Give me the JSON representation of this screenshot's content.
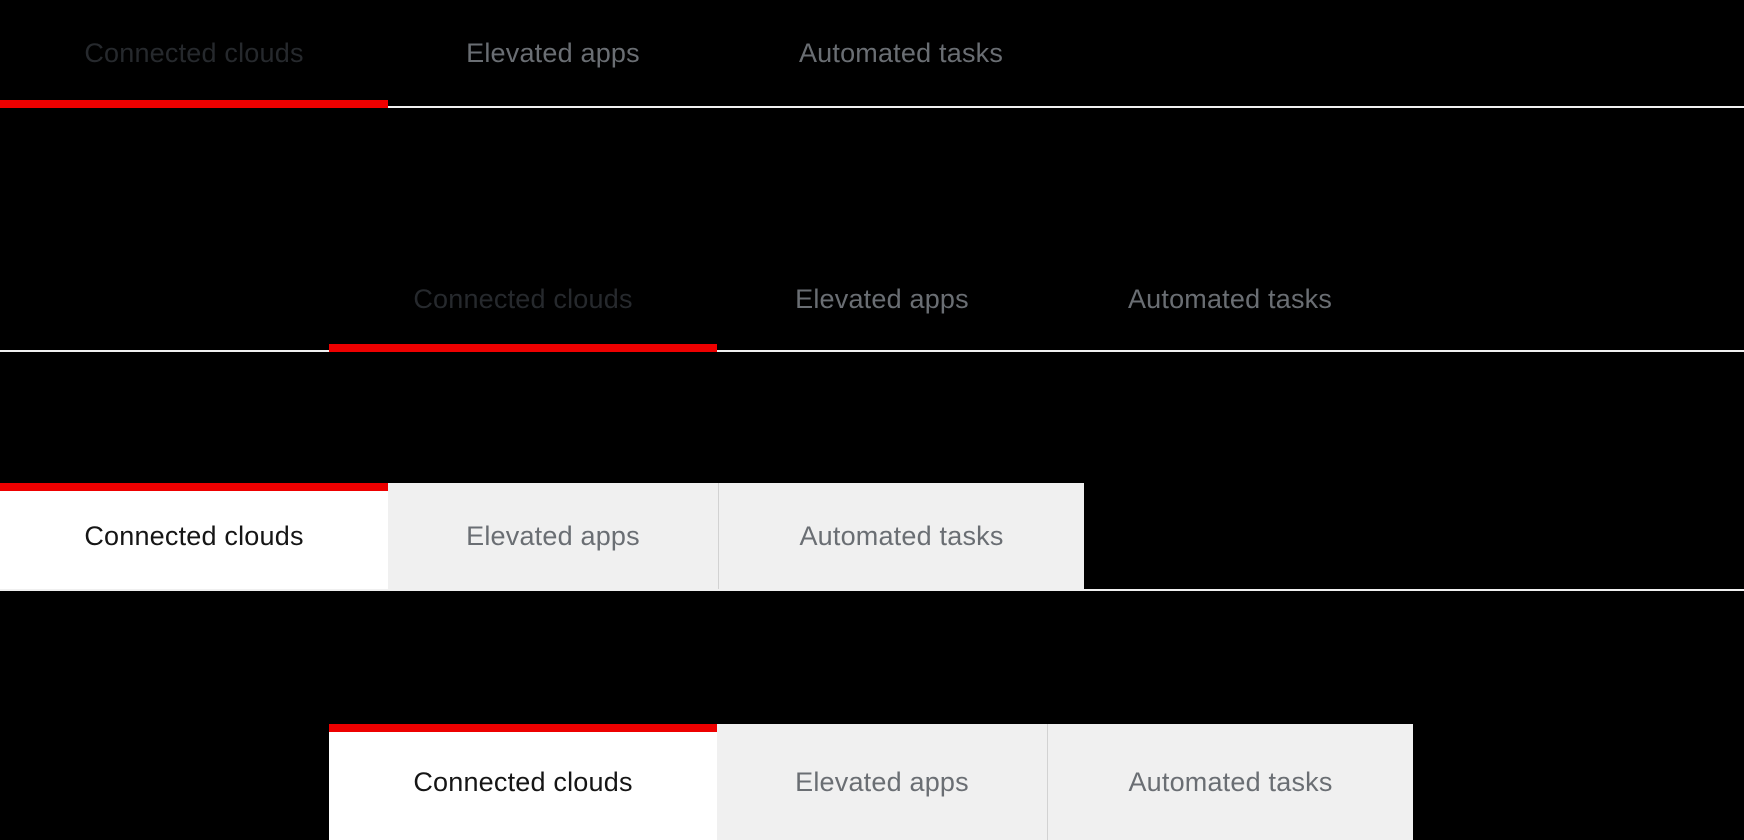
{
  "background": "#000000",
  "colors": {
    "accent_red": "#ee0000",
    "rule_divider": "#f0f0f0",
    "line_tab_active_text": "#26292d",
    "inactive_tab_text": "#6a6e73",
    "box_tab_inactive_bg": "#f0f0f0",
    "box_tab_active_bg": "#ffffff",
    "box_tab_active_text": "#151515",
    "box_tab_separator": "#d2d2d2"
  },
  "tab_groups": [
    {
      "style": "line",
      "indented": false,
      "tabs": [
        {
          "label": "Connected clouds",
          "active": true
        },
        {
          "label": "Elevated apps",
          "active": false
        },
        {
          "label": "Automated tasks",
          "active": false
        }
      ]
    },
    {
      "style": "line",
      "indented": true,
      "tabs": [
        {
          "label": "Connected clouds",
          "active": true
        },
        {
          "label": "Elevated apps",
          "active": false
        },
        {
          "label": "Automated tasks",
          "active": false
        }
      ]
    },
    {
      "style": "box",
      "indented": false,
      "tabs": [
        {
          "label": "Connected clouds",
          "active": true
        },
        {
          "label": "Elevated apps",
          "active": false
        },
        {
          "label": "Automated tasks",
          "active": false
        }
      ]
    },
    {
      "style": "box",
      "indented": true,
      "tabs": [
        {
          "label": "Connected clouds",
          "active": true
        },
        {
          "label": "Elevated apps",
          "active": false
        },
        {
          "label": "Automated tasks",
          "active": false
        }
      ]
    }
  ]
}
